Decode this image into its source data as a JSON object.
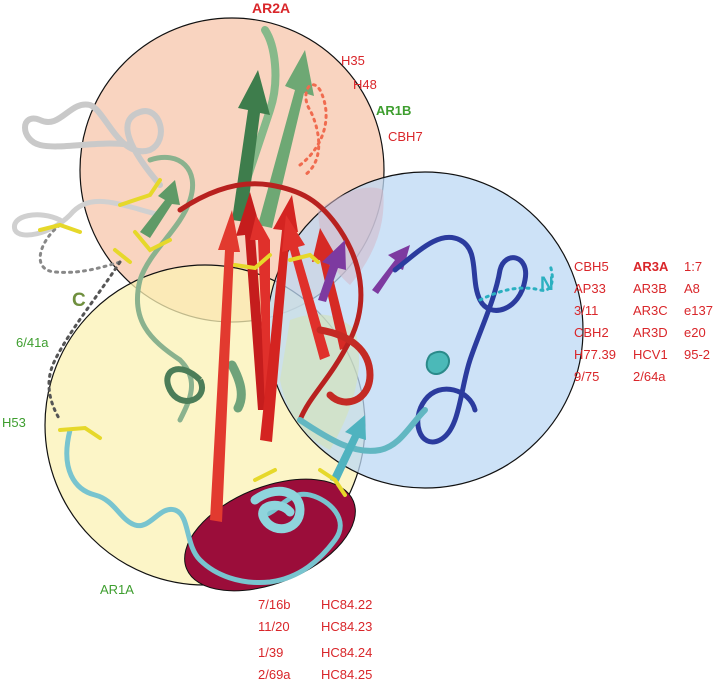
{
  "labels": {
    "ar2a": "AR2A",
    "ar1b": "AR1B",
    "ar1a": "AR1A",
    "h35": "H35",
    "h48": "H48",
    "cbh7": "CBH7",
    "h53": "H53",
    "ab_6_41a": "6/41a",
    "n_terminus": "N",
    "c_terminus": "C"
  },
  "ar3_table": {
    "col1": [
      "CBH5",
      "AP33",
      "3/11",
      "CBH2",
      "H77.39",
      "9/75"
    ],
    "col2": [
      "AR3A",
      "AR3B",
      "AR3C",
      "AR3D",
      "HCV1",
      "2/64a"
    ],
    "col3": [
      "1:7",
      "A8",
      "e137",
      "e20",
      "95-2"
    ]
  },
  "bottom_table": {
    "col1": [
      "7/16b",
      "11/20",
      "1/39",
      "2/69a"
    ],
    "col2": [
      "HC84.22",
      "HC84.23",
      "HC84.24",
      "HC84.25"
    ]
  },
  "colors": {
    "ar2a_region": "#f7c9b0",
    "ar3_region": "#bcd8f4",
    "ar1a_region": "#fbf2b4",
    "hc84_region": "#9b0d3a",
    "label_red": "#d9262a",
    "label_green": "#3e9e2f",
    "n_teal": "#2bb0c0",
    "c_olive": "#6f8f3e"
  }
}
